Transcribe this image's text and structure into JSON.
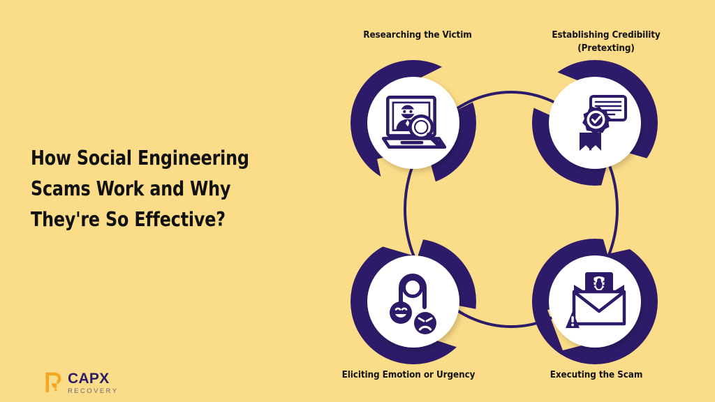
{
  "background_color": "#FBDC88",
  "brand_navy": "#2D1B69",
  "brand_orange": "#F5A623",
  "headline": "How Social Engineering\nScams Work and Why\nThey're So Effective?",
  "logo": {
    "mark_icon": "capx-r-logomark-icon",
    "name": "CAPX",
    "tagline": "RECOVERY"
  },
  "diagram": {
    "type": "cycle",
    "node_count": 4,
    "nodes": [
      {
        "id": "tl",
        "position": "top-left",
        "caption": "Researching the Victim",
        "icon": "laptop-masked-person-magnifier-icon"
      },
      {
        "id": "tr",
        "position": "top-right",
        "caption": "Establishing Credibility\n(Pretexting)",
        "icon": "verified-badge-speech-bubble-icon"
      },
      {
        "id": "bl",
        "position": "bottom-left",
        "caption": "Eliciting Emotion or Urgency",
        "icon": "happy-sad-emotion-scale-icon"
      },
      {
        "id": "br",
        "position": "bottom-right",
        "caption": "Executing the Scam",
        "icon": "envelope-malware-warning-icon"
      }
    ]
  }
}
